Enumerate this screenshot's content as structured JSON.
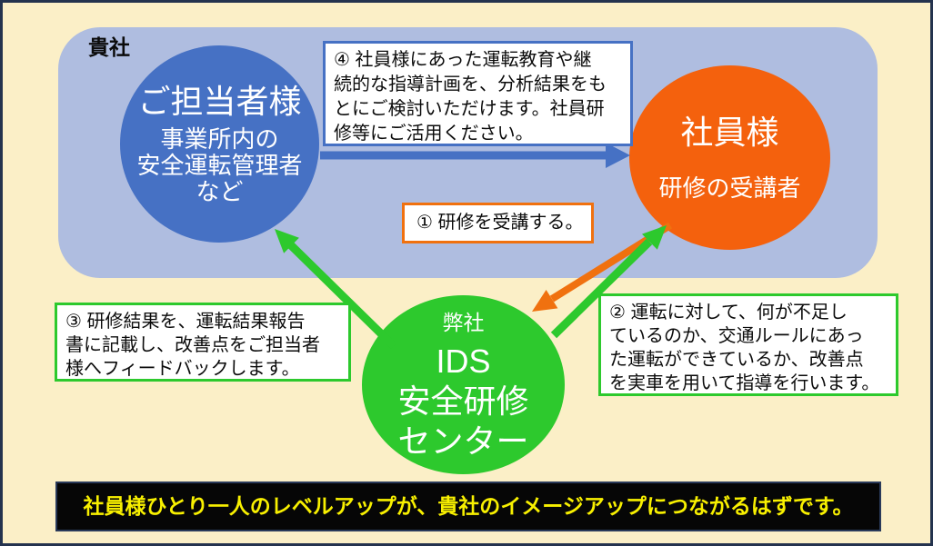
{
  "colors": {
    "background": "#FBEFC7",
    "company_panel": "#AFBDE0",
    "accent_blue": "#4671C4",
    "accent_orange": "#F4610D",
    "orange_arrow": "#F0710F",
    "accent_green": "#2DC92D",
    "footer_bg": "#060606",
    "footer_text": "#F8F000"
  },
  "company_area": {
    "label": "貴社"
  },
  "nodes": {
    "manager": {
      "title": "ご担当者様",
      "lines": [
        "事業所内の",
        "安全運転管理者",
        "など"
      ]
    },
    "employee": {
      "title": "社員様",
      "subtitle": "研修の受講者"
    },
    "ids_center": {
      "label": "弊社",
      "lines": [
        "IDS",
        "安全研修",
        "センター"
      ]
    }
  },
  "callouts": {
    "step1": {
      "text": "① 研修を受講する。"
    },
    "step2": {
      "lines": [
        "② 運転に対して、何が不足し",
        "ているのか、交通ルールにあっ",
        "た運転ができているか、改善点",
        "を実車を用いて指導を行います。"
      ]
    },
    "step3": {
      "lines": [
        "③ 研修結果を、運転結果報告",
        "書に記載し、改善点をご担当者",
        "様へフィードバックします。"
      ]
    },
    "step4": {
      "lines": [
        "④ 社員様にあった運転教育や継",
        "続的な指導計画を、分析結果をも",
        "とにご検討いただけます。社員研",
        "修等にご活用ください。"
      ]
    }
  },
  "footer": {
    "message": "社員様ひとり一人のレベルアップが、貴社のイメージアップにつながるはずです。"
  }
}
